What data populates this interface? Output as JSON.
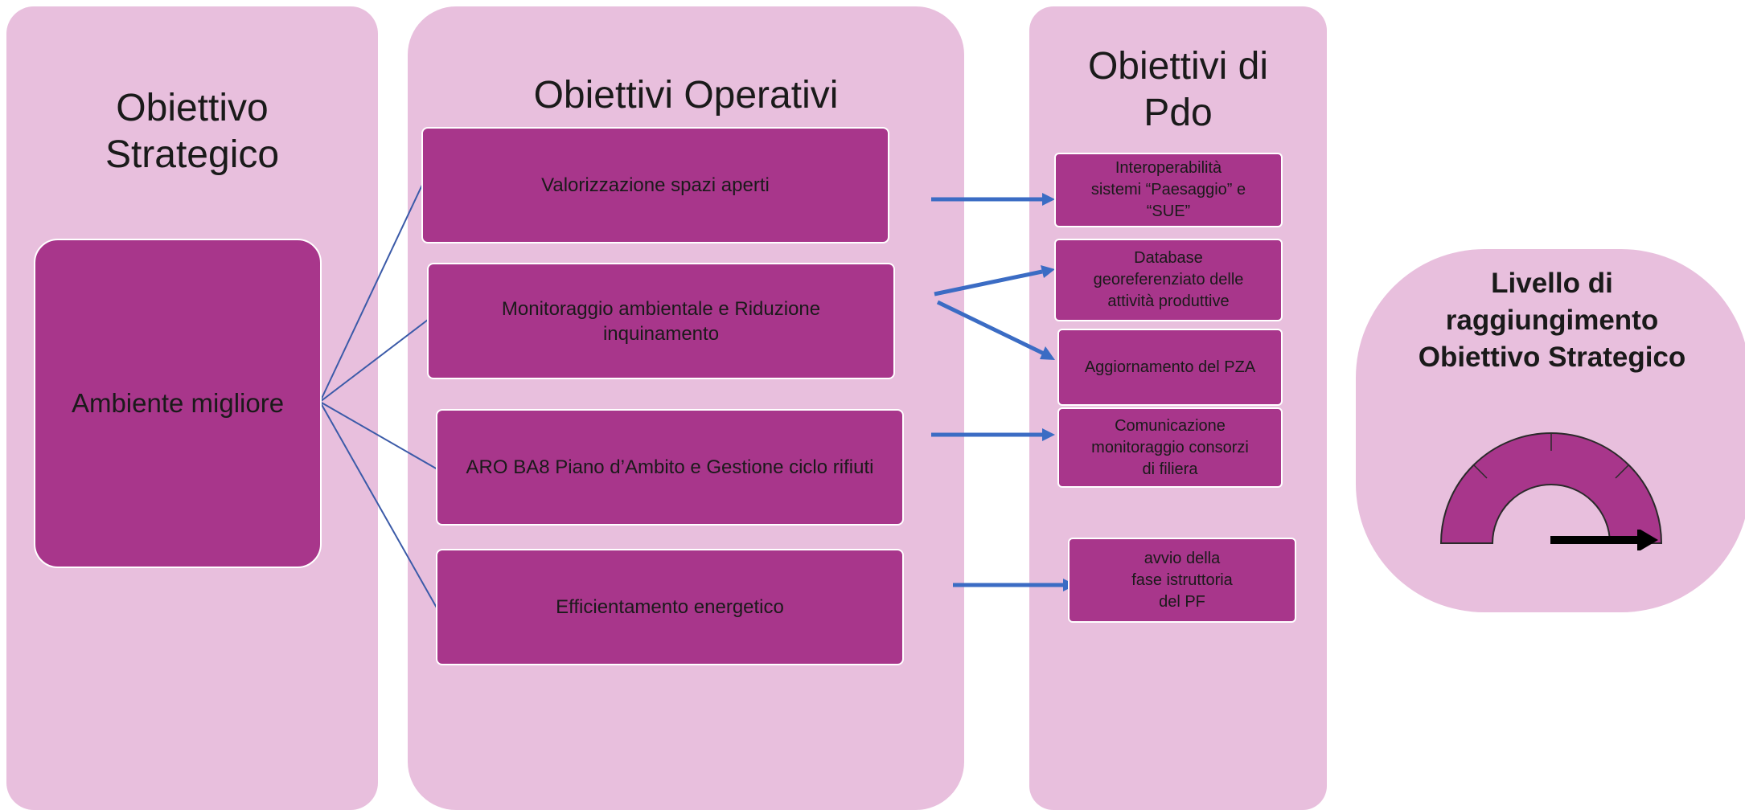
{
  "columns": {
    "strategic": {
      "title": "Obiettivo\nStrategico",
      "box": "Ambiente migliore"
    },
    "operational": {
      "title": "Obiettivi Operativi",
      "items": [
        "Valorizzazione spazi aperti",
        "Monitoraggio ambientale e Riduzione\ninquinamento",
        "ARO BA8 Piano d’Ambito e Gestione ciclo rifiuti",
        "Efficientamento energetico"
      ]
    },
    "pdo": {
      "title": "Obiettivi di\nPdo",
      "items": [
        "Interoperabilità\nsistemi “Paesaggio” e\n“SUE”",
        "Database\ngeoreferenziato delle\nattività produttive",
        "Aggiornamento del PZA",
        "Comunicazione\nmonitoraggio consorzi\ndi filiera",
        "avvio della\nfase istruttoria\ndel PF"
      ]
    }
  },
  "level": {
    "title": "Livello di\nraggiungimento\nObiettivo Strategico"
  },
  "colors": {
    "panel": "#e8bfdd",
    "box": "#a8368b",
    "connector": "#3b5aa8",
    "arrow": "#4a6fc4"
  }
}
